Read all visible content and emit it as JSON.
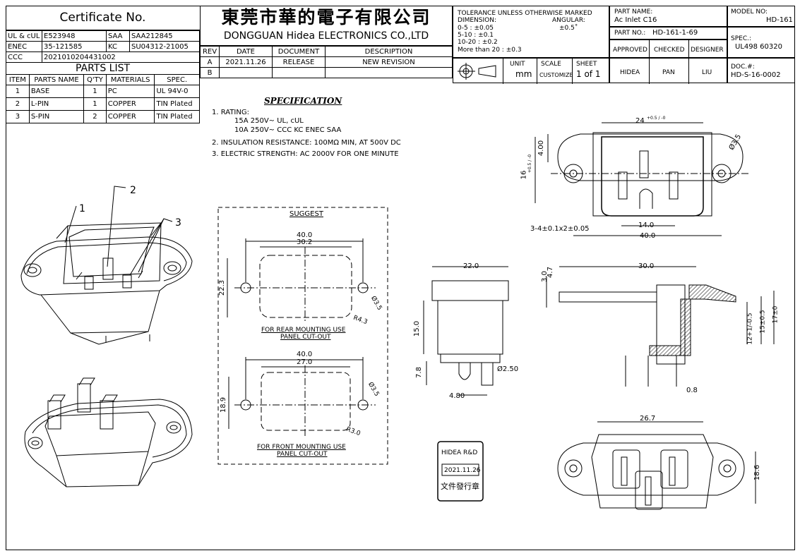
{
  "certificates": {
    "title": "Certificate No.",
    "rows": [
      {
        "label": "UL & cUL",
        "value": "E523948",
        "label2": "SAA",
        "value2": "SAA212845"
      },
      {
        "label": "ENEC",
        "value": "35-121585",
        "label2": "KC",
        "value2": "SU04312-21005"
      },
      {
        "label": "CCC",
        "value": "2021010204431002"
      }
    ]
  },
  "company": {
    "chinese_name": "東莞市華的電子有限公司",
    "english_name": "DONGGUAN Hidea ELECTRONICS CO.,LTD"
  },
  "revision": {
    "headers": [
      "REV",
      "DATE",
      "DOCUMENT",
      "DESCRIPTION"
    ],
    "rows": [
      {
        "rev": "A",
        "date": "2021.11.26",
        "document": "RELEASE",
        "description": "NEW REVISION"
      },
      {
        "rev": "B",
        "date": "",
        "document": "",
        "description": ""
      }
    ]
  },
  "tolerance": {
    "title": "TOLERANCE UNLESS OTHERWISE MARKED",
    "dimension": "DIMENSION:",
    "angular": "ANGULAR:",
    "lines": [
      "0-5   : ±0.05",
      "5-10  : ±0.1",
      "10-20 : ±0.2",
      "More than 20 : ±0.3"
    ],
    "angular_value": "±0.5˚"
  },
  "unit": {
    "unit_label": "UNIT",
    "unit_value": "mm",
    "scale_label": "SCALE",
    "scale_value": "CUSTOMIZE",
    "sheet_label": "SHEET",
    "sheet_value": "1  of  1"
  },
  "part": {
    "name_label": "PART NAME:",
    "name_value": "Ac Inlet C16",
    "no_label": "PART NO.:",
    "no_value": "HD-161-1-69",
    "model_label": "MODEL NO:",
    "model_value": "HD-161",
    "spec_label": "SPEC.:",
    "spec_value": "UL498  60320",
    "doc_label": "DOC.#:",
    "doc_value": "HD-S-16-0002"
  },
  "approval": {
    "headers": [
      "APPROVED",
      "CHECKED",
      "DESIGNER"
    ],
    "values": [
      "HIDEA",
      "PAN",
      "LIU"
    ]
  },
  "parts_list": {
    "title": "PARTS LIST",
    "headers": [
      "ITEM",
      "PARTS  NAME",
      "Q'TY",
      "MATERIALS",
      "SPEC."
    ],
    "rows": [
      [
        "1",
        "BASE",
        "1",
        "PC",
        "UL 94V-0"
      ],
      [
        "2",
        "L-PIN",
        "1",
        "COPPER",
        "TIN Plated"
      ],
      [
        "3",
        "S-PIN",
        "2",
        "COPPER",
        "TIN Plated"
      ]
    ]
  },
  "specification": {
    "title": "SPECIFICATION",
    "lines": [
      "1. RATING:",
      "15A  250V~  UL, cUL",
      "10A  250V~  CCC  KC  ENEC  SAA",
      "2. INSULATION RESISTANCE: 100MΩ MIN, AT 500V DC",
      "3. ELECTRIC STRENGTH: AC 2000V FOR ONE MINUTE"
    ]
  },
  "suggest": {
    "title": "SUGGEST",
    "rear": {
      "w_outer": "40.0",
      "w_inner": "30.2",
      "h": "22.3",
      "hole": "Ø3.5",
      "radius": "R4.3",
      "caption1": "FOR REAR MOUNTING USE",
      "caption2": "PANEL CUT-OUT"
    },
    "front": {
      "w_outer": "40.0",
      "w_inner": "27.0",
      "h": "18.9",
      "hole": "Ø3.5",
      "radius": "R3.0",
      "caption1": "FOR FRONT MOUNTING USE",
      "caption2": "PANEL CUT-OUT"
    }
  },
  "callouts": [
    "1",
    "2",
    "3"
  ],
  "dims": {
    "top_width": "24",
    "top_width_tol": "+0.5 / -0",
    "top_hole": "Ø3.5",
    "top_4": "4.00",
    "top_h": "16",
    "top_h_tol": "+0.5 / -0",
    "top_pin": "3-4±0.1x2±0.05",
    "top_14": "14.0",
    "top_40": "40.0",
    "mid_22": "22.0",
    "mid_15": "15.0",
    "mid_7_8": "7.8",
    "mid_2_5": "Ø2.50",
    "mid_4_8": "4.80",
    "side_30": "30.0",
    "side_3": "3.0",
    "side_4_7": "4.7",
    "side_12": "12+1/-0.5",
    "side_15": "15±0.5",
    "side_17": "17±0",
    "side_0_8": "0.8",
    "bottom_26_7": "26.7",
    "bottom_18_6": "18.6"
  },
  "stamp": {
    "line1": "HIDEA R&D",
    "line2": "2021.11.26",
    "line3": "文件發行章"
  }
}
